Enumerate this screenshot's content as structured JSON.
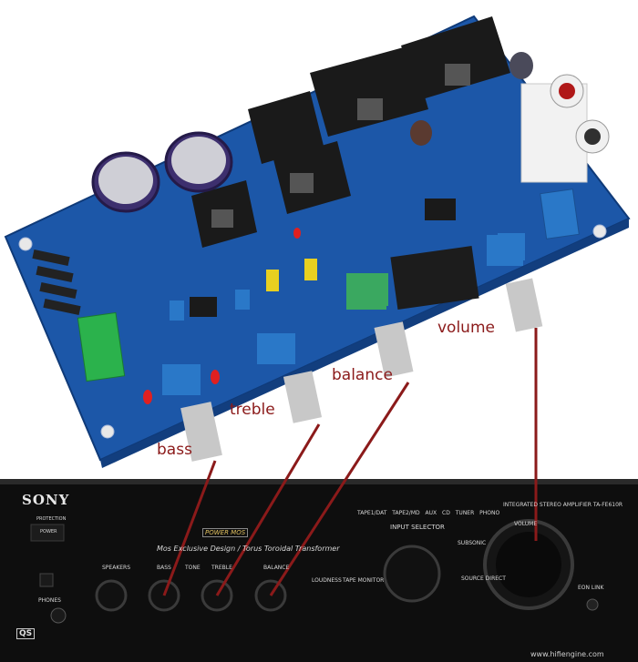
{
  "labels": {
    "bass": "bass",
    "treble": "treble",
    "balance": "balance",
    "volume": "volume"
  },
  "amplifier": {
    "brand": "SONY",
    "model": "INTEGRATED STEREO AMPLIFIER TA-FE610R",
    "tagline": "Mos Exclusive Design / Torus Toroidal Transformer",
    "power_mos": "POWER MOS",
    "input_selector": "INPUT SELECTOR",
    "inputs": "TAPE1/DAT TAPE2/MD AUX CD TUNER PHONO",
    "protection": "PROTECTION",
    "power": "POWER",
    "speakers": "SPEAKERS",
    "bass": "BASS",
    "tone": "TONE",
    "treble": "TREBLE",
    "balance": "BALANCE",
    "loudness": "LOUDNESS",
    "tape_monitor": "TAPE MONITOR",
    "subsonic": "SUBSONIC",
    "source_direct": "SOURCE DIRECT",
    "volume": "VOLUME",
    "eon_link": "EON LINK",
    "phones": "PHONES",
    "qs": "QS"
  },
  "watermark": "www.hifiengine.com",
  "colors": {
    "board": "#1c57a8",
    "amp_body": "#0e0e0e",
    "annotation": "#8b1a1a"
  }
}
